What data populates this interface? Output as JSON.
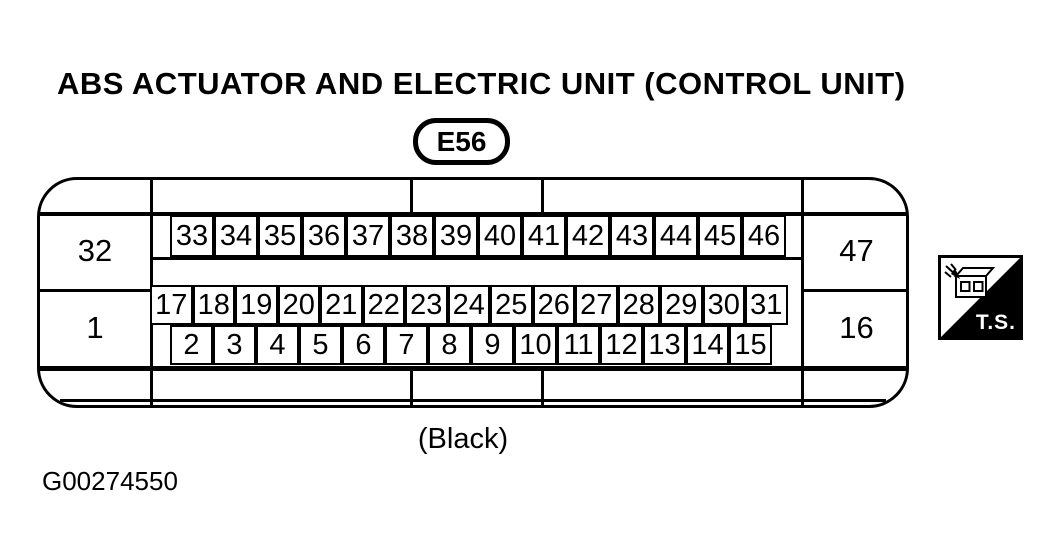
{
  "page": {
    "title": "ABS ACTUATOR AND ELECTRIC UNIT (CONTROL UNIT)",
    "connector_id": "E56",
    "color_note": "(Black)",
    "figure_number": "G00274550"
  },
  "connector": {
    "corner_pins": {
      "top_left": "32",
      "bottom_left": "1",
      "top_right": "47",
      "bottom_right": "16"
    },
    "rows": [
      {
        "name": "upper",
        "pins": [
          "33",
          "34",
          "35",
          "36",
          "37",
          "38",
          "39",
          "40",
          "41",
          "42",
          "43",
          "44",
          "45",
          "46"
        ]
      },
      {
        "name": "middle",
        "pins": [
          "17",
          "18",
          "19",
          "20",
          "21",
          "22",
          "23",
          "24",
          "25",
          "26",
          "27",
          "28",
          "29",
          "30",
          "31"
        ]
      },
      {
        "name": "lower",
        "pins": [
          "2",
          "3",
          "4",
          "5",
          "6",
          "7",
          "8",
          "9",
          "10",
          "11",
          "12",
          "13",
          "14",
          "15"
        ]
      }
    ]
  },
  "ts_badge": {
    "label": "T.S."
  },
  "colors": {
    "ink": "#000000",
    "paper": "#ffffff"
  }
}
